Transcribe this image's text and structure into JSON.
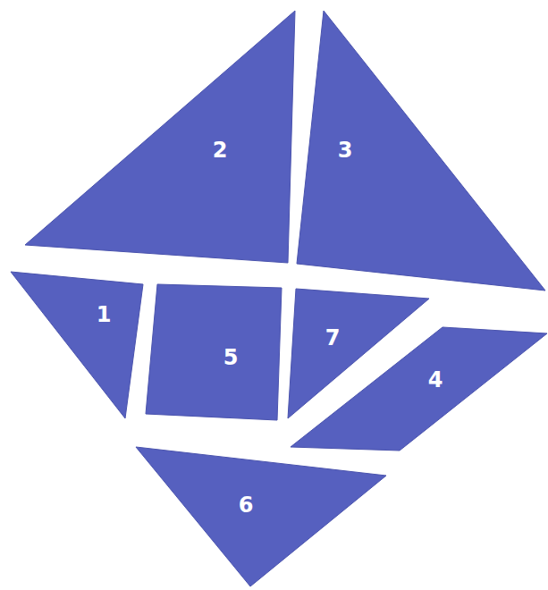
{
  "diagram": {
    "nodes": [
      {
        "text": [
          "2"
        ]
      },
      {
        "text": [
          "3"
        ]
      },
      {
        "text": [
          "1"
        ]
      },
      {
        "text": [
          "5"
        ]
      },
      {
        "text": [
          "7"
        ]
      },
      {
        "text": [
          "4"
        ]
      },
      {
        "text": [
          "6"
        ]
      }
    ]
  }
}
